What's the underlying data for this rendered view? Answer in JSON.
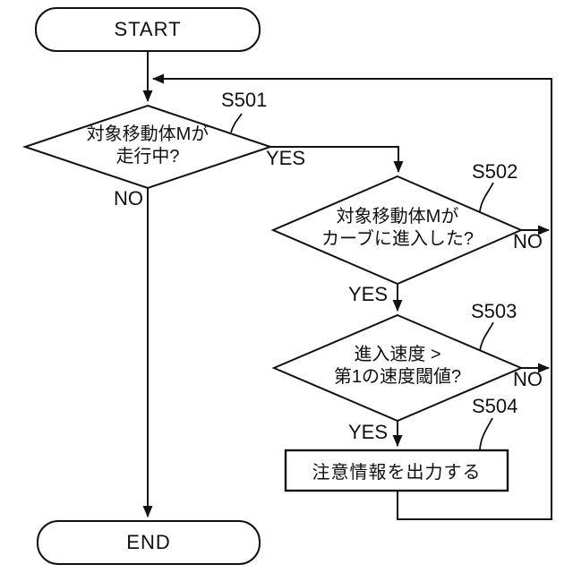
{
  "page": {
    "background": "#ffffff",
    "line_color": "#111111",
    "text_color": "#111111"
  },
  "flowchart": {
    "start": {
      "label": "START"
    },
    "end": {
      "label": "END"
    },
    "steps": {
      "s501": {
        "id": "S501",
        "question_line1": "対象移動体Mが",
        "question_line2": "走行中?"
      },
      "s502": {
        "id": "S502",
        "question_line1": "対象移動体Mが",
        "question_line2": "カーブに進入した?"
      },
      "s503": {
        "id": "S503",
        "question_line1": "進入速度 >",
        "question_line2": "第1の速度閾値?"
      },
      "s504": {
        "id": "S504",
        "action": "注意情報を出力する"
      }
    },
    "branch_labels": {
      "yes": "YES",
      "no": "NO"
    }
  }
}
